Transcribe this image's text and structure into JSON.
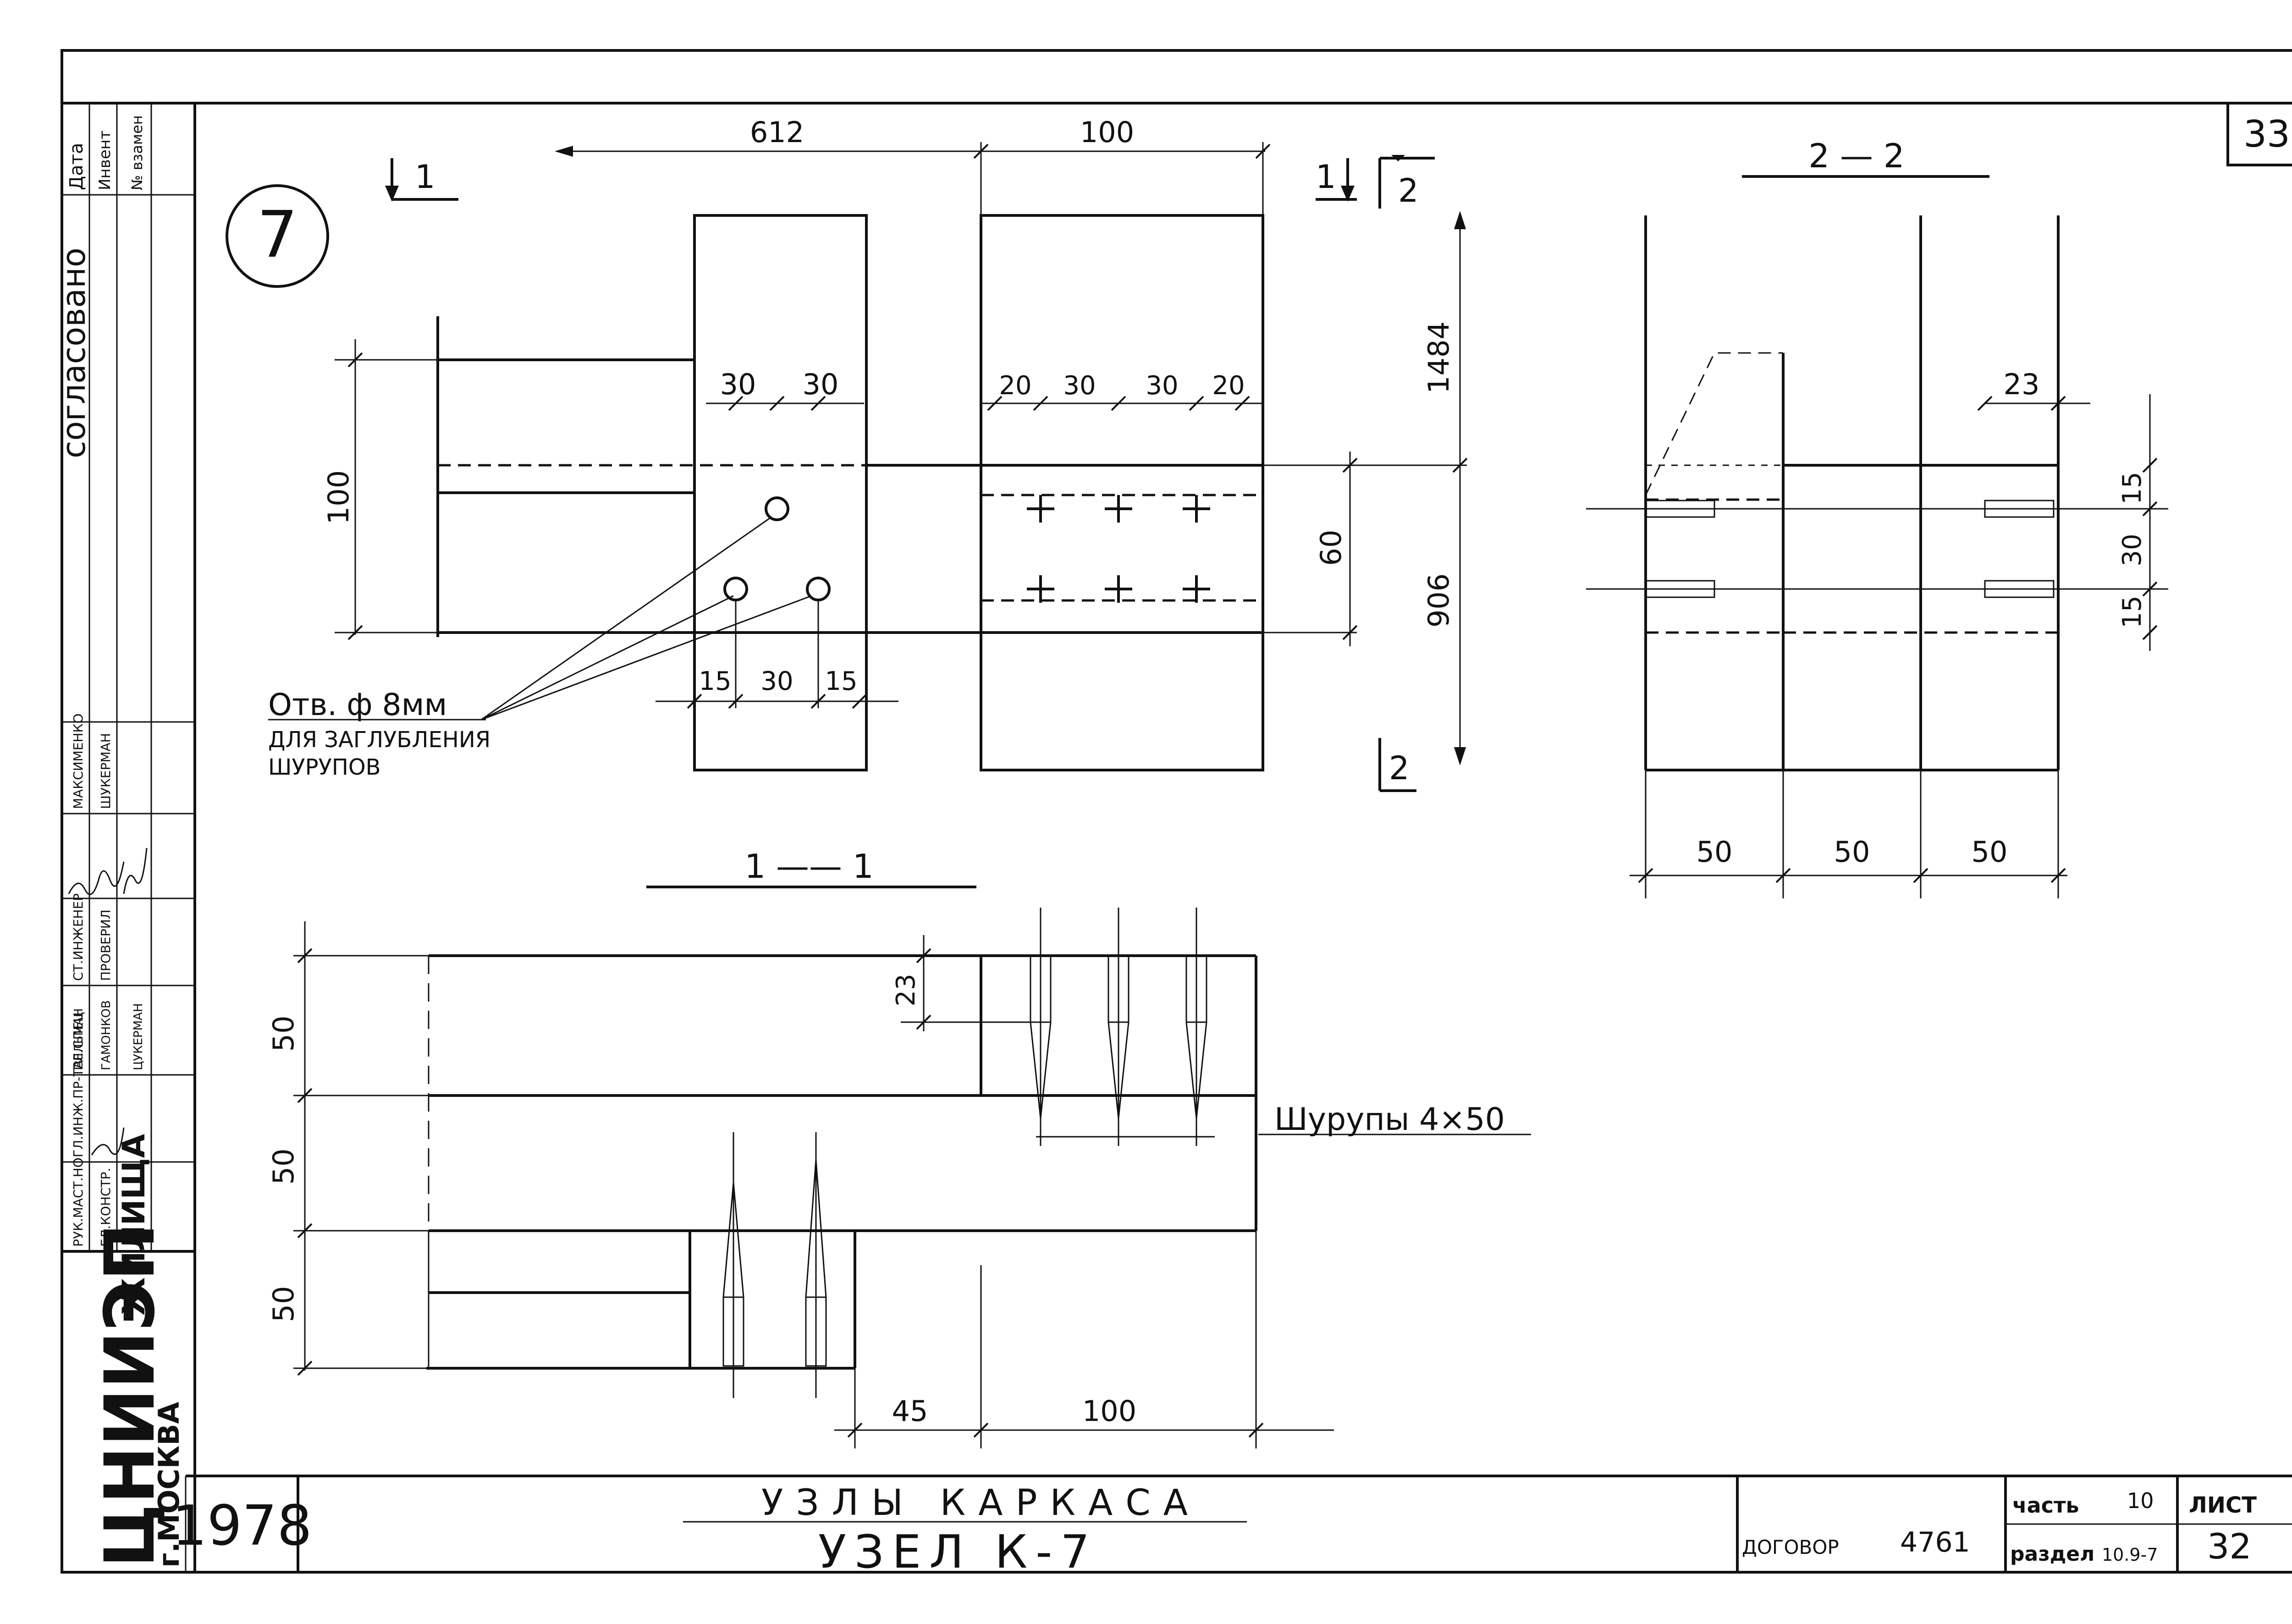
{
  "sheet_corner_number": "33",
  "detail_number": "7",
  "section_marks": {
    "s1_left": "1",
    "s1_right": "1",
    "s2_top": "2",
    "s2_bottom": "2"
  },
  "section_titles": {
    "section_1": "1 —— 1",
    "section_2": "2 — 2"
  },
  "plan_dims": {
    "d612": "612",
    "d100_top": "100",
    "d1484": "1484",
    "d906": "906",
    "d100_left": "100",
    "d60": "60",
    "d30a": "30",
    "d30b": "30",
    "d20a": "20",
    "d30c": "30",
    "d30d": "30",
    "d20b": "20",
    "d15a": "15",
    "d30e": "30",
    "d15b": "15"
  },
  "hole_note": {
    "line1": "Отв. ф 8мм",
    "line2": "ДЛЯ ЗАГЛУБЛЕНИЯ",
    "line3": "ШУРУПОВ"
  },
  "section1_dims": {
    "d50a": "50",
    "d50b": "50",
    "d50c": "50",
    "d23": "23",
    "d45": "45",
    "d100": "100"
  },
  "screw_note": "Шурупы 4×50",
  "section2_dims": {
    "d23": "23",
    "d15a": "15",
    "d30": "30",
    "d15b": "15",
    "d50a": "50",
    "d50b": "50",
    "d50c": "50"
  },
  "left_block": {
    "stamp_header": [
      "Дата",
      "Инвент",
      "№ взамен"
    ],
    "agreed": "согласовано",
    "roles": [
      "РУК.МАСТ.НО",
      "ГЛ.ИНЖ.ПР-ТА",
      "ГЛ.КОНСТР.",
      "ГЛ.СПЕЦ",
      "СТ.ИНЖЕНЕР",
      "ПРОВЕРИЛ"
    ],
    "names": [
      "МАКСИМЕНКО",
      "ШУКЕРМАН",
      "ЗЕЛЬМАН",
      "ГАМОНКОВ",
      "ЦУКЕРМАН"
    ],
    "org_main": "ЦНИИЭП",
    "org_sub": "ЖИЛИЩА",
    "org_city": "г.МОСКВА",
    "year": "1978"
  },
  "title_block": {
    "title_line1": "УЗЛЫ  КАРКАСА",
    "title_line2": "УЗЕЛ К-7",
    "contract_label": "ДОГОВОР",
    "contract_no": "4761",
    "part_label": "часть",
    "part_no": "10",
    "sheet_label": "ЛИСТ",
    "sheet_no": "32",
    "section_label": "раздел",
    "section_no": "10.9-7"
  }
}
